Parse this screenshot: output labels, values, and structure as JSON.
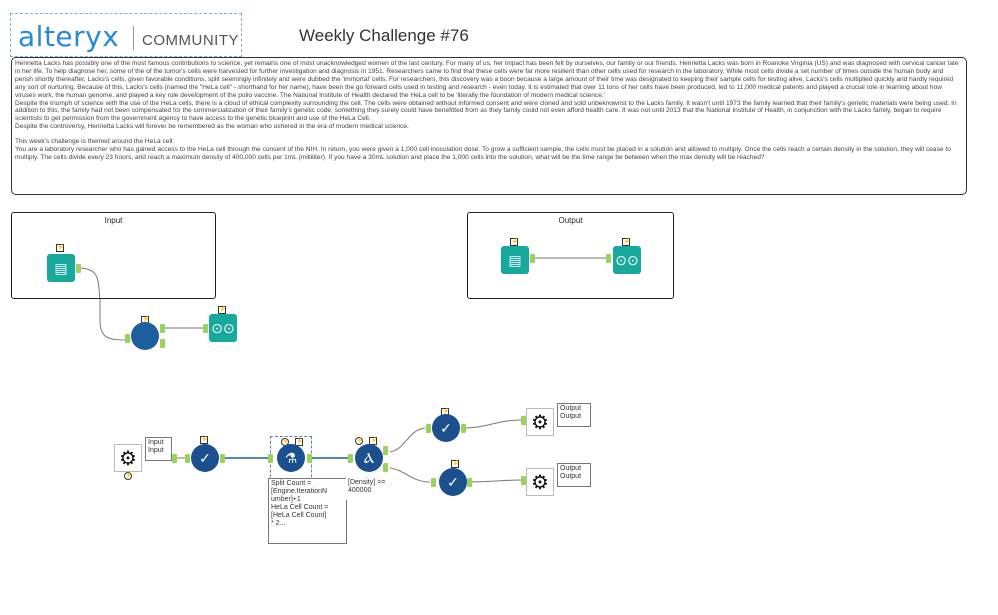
{
  "header": {
    "logo_brand": "alteryx",
    "logo_product": "COMMUNITY",
    "title": "Weekly Challenge #76"
  },
  "description": {
    "paragraphs": [
      "Henrietta Lacks has possibly one of the most famous contributions to science, yet remains one of most unacknowledged women of the last century. For many of us, her impact has been felt by ourselves, our family or our friends.  Henrietta Lacks was born in Roanoke Virginia (US) and was diagnosed with cervical cancer late in her life. To help diagnose her, some of the of the tumor's cells were harvested for further investigation and diagnosis in 1951. Researchers came to find that these cells were far more resilient than other cells used for research in the laboratory. While most cells divide a set number of times outside the human body and perish shortly thereafter, Lacks's cells, given favorable conditions, split seemingly infinitely and were dubbed the 'immortal' cells. For researchers, this discovery was a boon because a large amount of their time was designated to keeping their sample cells for testing alive. Lacks's cells multiplied quickly and hardly required any sort of nurturing.  Because of this, Lacks's cells (named the \"HeLa cell\" - shorthand for her name), have been the go forward cells used in testing and research - even today. It is estimated that over 11 tons of her cells have been produced, led to 11,000 medical patents and played a crucial role in learning about how viruses work, the human genome, and played a key role development of the polio vaccine. The National Institute of Health declared the HeLa cell to be 'literally the foundation of modern medical science.'",
      "Despite the triumph of science with the use of the HeLa cells, there is a cloud of ethical complexity surrounding the cell. The cells were obtained without informed consent and were cloned and sold unbeknownst to the Lacks family. It wasn't until 1973 the family learned that their family's genetic materials were being used. In addition to this, the family had not been compensated for the commercialization of their family's genetic code; something they surely could have benefitted from as they family could not even afford health care. It was not until 2013 that the National Institute of Health, in conjunction with the Lacks family, began to require scientists to get permission from the government agency to have access to the genetic blueprint and use of the HeLa Cell.",
      "Despite the controversy, Henrietta Lacks will forever be remembered as the woman who ushered in the era of modern medical science.",
      "",
      "This week's challenge is themed around the HeLa cell:",
      "You are a laboratory researcher who has gained access to the HeLa cell through the consent of the NIH. In return, you were given a 1,000 cell inoculation dose. To grow a sufficient sample, the cells must be placed in a solution and allowed to multiply. Once the cells reach a certain density in the solution, they will cease to multiply. The cells divide every 23 hours, and reach a maximum density of 400,000 cells per 1mL (milliliter). If you have a 30mL solution and place the 1,000 cells into the solution, what will be the time range be between when the max density will be reached?"
    ]
  },
  "containers": {
    "input_title": "Input",
    "output_title": "Output"
  },
  "annotations": {
    "macro_in": "Input\nInput",
    "formula": "Split Count =\n[Engine.IterationN\number]+1\nHeLa Cell Count =\n[HeLa Cell Count]\n* 2...",
    "filter": "[Density] >=\n400000",
    "macro_out_top": "Output\nOutput",
    "macro_out_bottom": "Output\nOutput"
  },
  "icons": {
    "input_book": "book-icon",
    "browse": "binoculars-icon",
    "select": "checkmark-icon",
    "formula": "flask-icon",
    "filter": "filter-icon",
    "macro": "gear-icon"
  },
  "colors": {
    "teal": "#17a99c",
    "navy": "#1d5f9e",
    "anchor": "#9ad35c",
    "brand": "#2a8ad3"
  }
}
